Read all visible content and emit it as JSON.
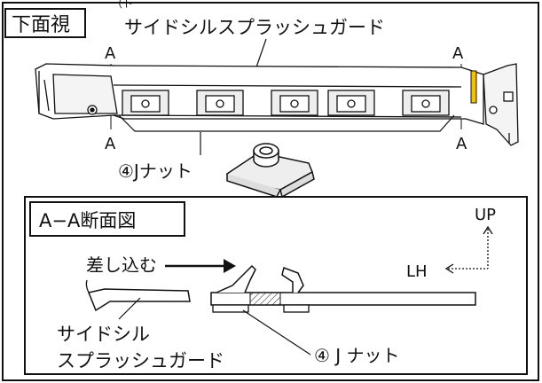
{
  "top_fragment": "（ト",
  "view_title": "下面視",
  "part_label": "サイドシルスプラッシュガード",
  "section_marks": [
    "A",
    "A",
    "A",
    "A"
  ],
  "nut_callout": "④Jナット",
  "section_title": "A−A断面図",
  "direction_up": "UP",
  "direction_lh": "LH",
  "insert_label": "差し込む",
  "guard_label_line1": "サイドシル",
  "guard_label_line2": "スプラッシュガード",
  "nut_callout_section": "④ J ナット",
  "colors": {
    "line": "#111111",
    "accent_yellow": "#f2c200"
  }
}
